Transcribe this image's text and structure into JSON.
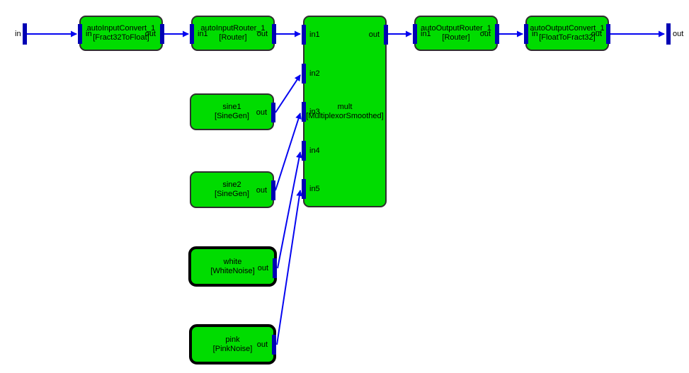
{
  "diagram": {
    "terminals": {
      "input_label": "in",
      "output_label": "out"
    },
    "blocks": {
      "autoInputConvert": {
        "name": "autoInputConvert_1",
        "type": "[Fract32ToFloat]",
        "pin_in": "in",
        "pin_out": "out"
      },
      "autoInputRouter": {
        "name": "autoInputRouter_1",
        "type": "[Router]",
        "pin_in": "in1",
        "pin_out": "out"
      },
      "mult": {
        "name": "mult",
        "type": "[MultiplexorSmoothed]",
        "pin_in1": "in1",
        "pin_in2": "in2",
        "pin_in3": "in3",
        "pin_in4": "in4",
        "pin_in5": "in5",
        "pin_out": "out"
      },
      "autoOutputRouter": {
        "name": "autoOutputRouter_1",
        "type": "[Router]",
        "pin_in": "in1",
        "pin_out": "out"
      },
      "autoOutputConvert": {
        "name": "autoOutputConvert_1",
        "type": "[FloatToFract32]",
        "pin_in": "in",
        "pin_out": "out"
      },
      "sine1": {
        "name": "sine1",
        "type": "[SineGen]",
        "pin_out": "out"
      },
      "sine2": {
        "name": "sine2",
        "type": "[SineGen]",
        "pin_out": "out"
      },
      "white": {
        "name": "white",
        "type": "[WhiteNoise]",
        "pin_out": "out"
      },
      "pink": {
        "name": "pink",
        "type": "[PinkNoise]",
        "pin_out": "out"
      }
    },
    "connections": [
      {
        "from": "in",
        "to": "autoInputConvert_1.in"
      },
      {
        "from": "autoInputConvert_1.out",
        "to": "autoInputRouter_1.in1"
      },
      {
        "from": "autoInputRouter_1.out",
        "to": "mult.in1"
      },
      {
        "from": "mult.out",
        "to": "autoOutputRouter_1.in1"
      },
      {
        "from": "autoOutputRouter_1.out",
        "to": "autoOutputConvert_1.in"
      },
      {
        "from": "autoOutputConvert_1.out",
        "to": "out"
      },
      {
        "from": "sine1.out",
        "to": "mult.in2"
      },
      {
        "from": "sine2.out",
        "to": "mult.in3"
      },
      {
        "from": "white.out",
        "to": "mult.in4"
      },
      {
        "from": "pink.out",
        "to": "mult.in5"
      }
    ],
    "colors": {
      "canvas": "#ffffff",
      "block_fill": "#00dc00",
      "block_border": "#2e2e2e",
      "highlight_border": "#000000",
      "wire": "#0505f0",
      "pin": "#0000b4"
    }
  }
}
